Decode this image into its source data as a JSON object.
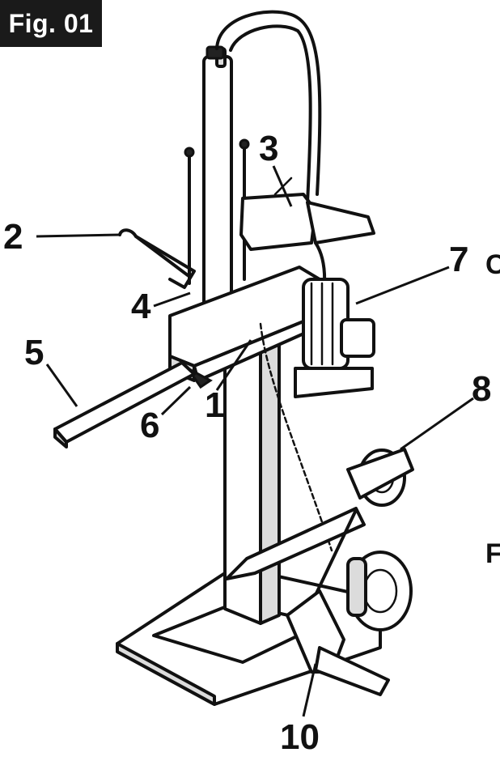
{
  "figure": {
    "badge": "Fig. 01"
  },
  "callouts": [
    {
      "id": "1",
      "label": "1"
    },
    {
      "id": "2",
      "label": "2"
    },
    {
      "id": "3",
      "label": "3"
    },
    {
      "id": "4",
      "label": "4"
    },
    {
      "id": "5",
      "label": "5"
    },
    {
      "id": "6",
      "label": "6"
    },
    {
      "id": "7",
      "label": "7"
    },
    {
      "id": "8",
      "label": "8"
    },
    {
      "id": "10",
      "label": "10"
    }
  ],
  "edge_glyphs": {
    "right_upper": "C",
    "right_lower": "F"
  },
  "colors": {
    "ink": "#111111",
    "badge_bg": "#1a1a1a",
    "badge_text": "#ffffff",
    "shade": "#dcdcdc"
  }
}
